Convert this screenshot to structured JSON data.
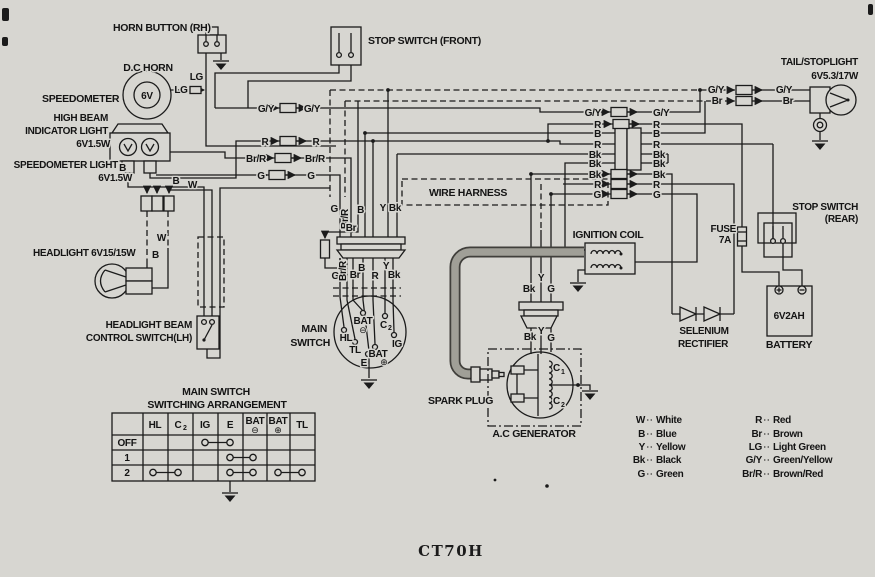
{
  "model": "CT70H",
  "wires": {
    "gy": "G/Y",
    "r": "R",
    "b": "B",
    "bk": "Bk",
    "br": "Br",
    "brr": "Br/R",
    "g": "G",
    "w": "W",
    "y": "Y",
    "lg": "LG"
  },
  "components": {
    "horn_button": "HORN BUTTON (RH)",
    "dc_horn": "D.C HORN",
    "horn_voltage": "6V",
    "speedometer": "SPEEDOMETER",
    "high_beam_l1": "HIGH BEAM",
    "high_beam_l2": "INDICATOR LIGHT",
    "high_beam_l3": "6V1.5W",
    "speedo_light_l1": "SPEEDOMETER LIGHT",
    "speedo_light_l2": "6V1.5W",
    "headlight": "HEADLIGHT 6V15/15W",
    "beam_switch_l1": "HEADLIGHT BEAM",
    "beam_switch_l2": "CONTROL SWITCH(LH)",
    "stop_switch_front": "STOP SWITCH (FRONT)",
    "wire_harness": "WIRE HARNESS",
    "main_switch_l1": "MAIN",
    "main_switch_l2": "SWITCH",
    "ignition_coil": "IGNITION COIL",
    "spark_plug": "SPARK PLUG",
    "ac_generator": "A.C GENERATOR",
    "c1m": "C",
    "c1s": "1",
    "c2m": "C",
    "c2s": "2",
    "tail_stoplight_l1": "TAIL/STOPLIGHT",
    "tail_stoplight_l2": "6V5.3/17W",
    "stop_switch_rear_l1": "STOP SWITCH",
    "stop_switch_rear_l2": "(REAR)",
    "fuse_l1": "FUSE",
    "fuse_l2": "7A",
    "selenium_l1": "SELENIUM",
    "selenium_l2": "RECTIFIER",
    "battery_capacity": "6V2AH",
    "battery": "BATTERY"
  },
  "main_switch_terminals": {
    "hl": "HL",
    "tl": "TL",
    "bat": "BAT",
    "e": "E",
    "cm": "C",
    "cs": "2",
    "ig": "IG",
    "minus": "⊖",
    "plus": "⊕"
  },
  "table": {
    "title_l1": "MAIN SWITCH",
    "title_l2": "SWITCHING ARRANGEMENT",
    "headers": [
      {
        "m": "HL"
      },
      {
        "m": "C",
        "sub": "2"
      },
      {
        "m": "IG"
      },
      {
        "m": "E"
      },
      {
        "m": "BAT",
        "sub": "⊖"
      },
      {
        "m": "BAT",
        "sub": "⊕"
      },
      {
        "m": "TL"
      }
    ],
    "rows": [
      {
        "label": "OFF"
      },
      {
        "label": "1"
      },
      {
        "label": "2"
      }
    ]
  },
  "legend": {
    "left": [
      {
        "code": "W",
        "name": "White"
      },
      {
        "code": "B",
        "name": "Blue"
      },
      {
        "code": "Y",
        "name": "Yellow"
      },
      {
        "code": "Bk",
        "name": "Black"
      },
      {
        "code": "G",
        "name": "Green"
      }
    ],
    "right": [
      {
        "code": "R",
        "name": "Red"
      },
      {
        "code": "Br",
        "name": "Brown"
      },
      {
        "code": "LG",
        "name": "Light Green"
      },
      {
        "code": "G/Y",
        "name": "Green/Yellow"
      },
      {
        "code": "Br/R",
        "name": "Brown/Red"
      }
    ]
  },
  "colors": {
    "paper": "#d7d6d1",
    "ink": "#1b1b1b",
    "cable": "#a09f97"
  }
}
